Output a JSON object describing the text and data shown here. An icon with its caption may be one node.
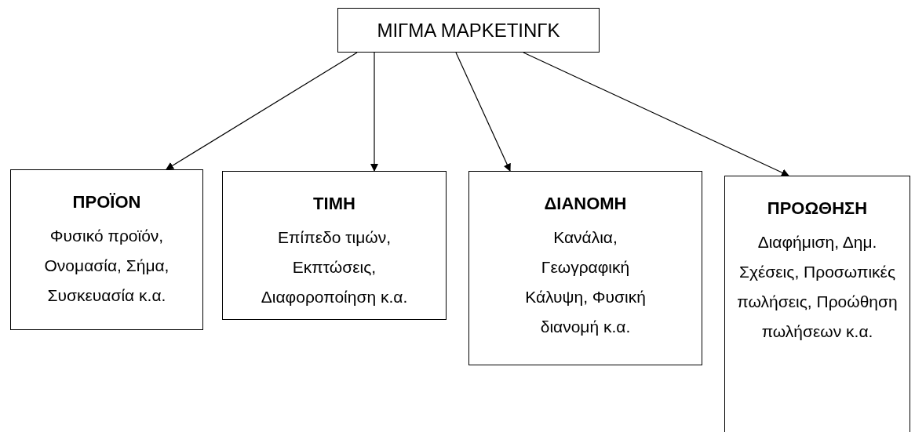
{
  "diagram": {
    "nodes": [
      {
        "text": [
          "ΜΙΓΜΑ ΜΑΡΚΕΤΙΝΓΚ"
        ]
      },
      {
        "text": [
          "ΠΡΟΪΟΝ",
          "Φυσικό προϊόν, Ονομασία, Σήμα, Συσκευασία κ.α."
        ]
      },
      {
        "text": [
          "ΤΙΜΗ",
          "Επίπεδο τιμών, Εκπτώσεις, Διαφοροποίηση κ.α."
        ]
      },
      {
        "text": [
          "ΔΙΑΝΟΜΗ",
          "Κανάλια, Γεωγραφική Κάλυψη, Φυσική διανομή κ.α."
        ]
      },
      {
        "text": [
          "ΠΡΟΩΘΗΣΗ",
          "Διαφήμιση, Δημ. Σχέσεις, Προσωπικές πωλήσεις, Προώθηση πωλήσεων κ.α."
        ]
      }
    ],
    "edges": [
      {
        "from": 0,
        "to": 1,
        "arrow": "to"
      },
      {
        "from": 0,
        "to": 2,
        "arrow": "to"
      },
      {
        "from": 0,
        "to": 3,
        "arrow": "to"
      },
      {
        "from": 0,
        "to": 4,
        "arrow": "to"
      }
    ]
  }
}
